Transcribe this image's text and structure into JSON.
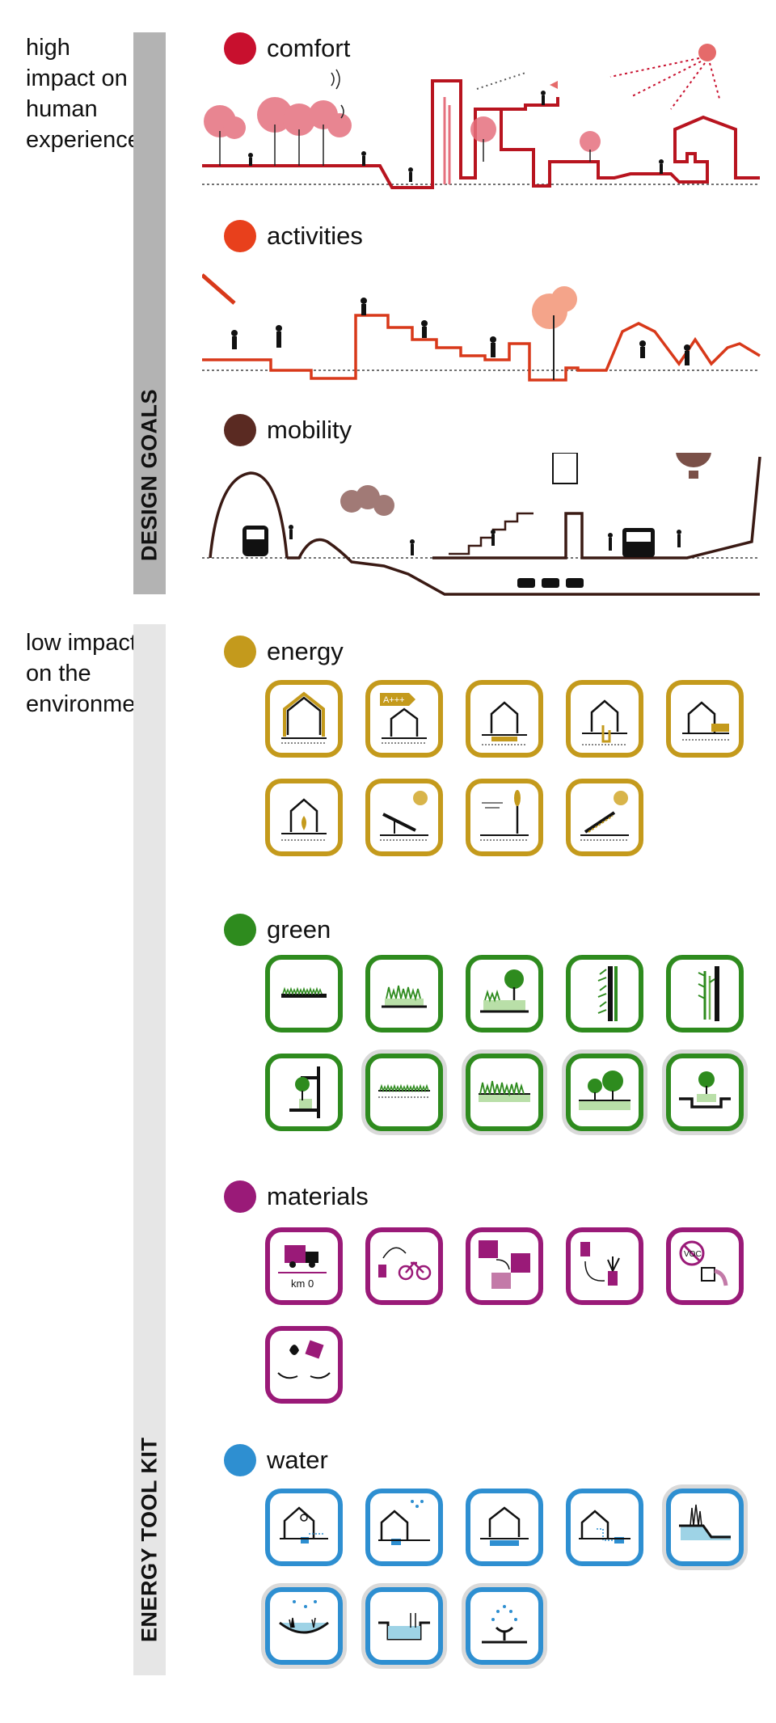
{
  "side_texts": {
    "high_impact": "high\nimpact on\nhuman\nexperience",
    "low_impact": "low impact\non the\nenvironment"
  },
  "bars": {
    "design_goals": "DESIGN GOALS",
    "energy_tool_kit": "ENERGY TOOL KIT"
  },
  "sections": {
    "comfort": {
      "label": "comfort",
      "color": "#c8102e"
    },
    "activities": {
      "label": "activities",
      "color": "#e8401c"
    },
    "mobility": {
      "label": "mobility",
      "color": "#5a2a22"
    },
    "energy": {
      "label": "energy",
      "color": "#c49a1c"
    },
    "green": {
      "label": "green",
      "color": "#2e8b1e"
    },
    "materials": {
      "label": "materials",
      "color": "#9a1a78"
    },
    "water": {
      "label": "water",
      "color": "#2e8fd1"
    }
  },
  "icons": {
    "energy": [
      "house-insulation",
      "house-energy-class",
      "house-floor-heating",
      "house-geothermal",
      "house-battery",
      "house-fireplace",
      "solar-panel",
      "wind-turbine",
      "solar-thermal"
    ],
    "green": [
      "extensive-green-roof",
      "meadow-roof",
      "tree-roof",
      "green-wall",
      "bamboo-wall",
      "planter-balcony",
      "ground-grass",
      "ground-meadow",
      "ground-trees",
      "rain-garden"
    ],
    "materials": [
      "local-materials",
      "recycle-bike",
      "recycled-panels",
      "reuse-can-plant",
      "no-voc-paint",
      "bio-materials"
    ],
    "water": [
      "rainwater-harvest",
      "rain-collection",
      "water-tank",
      "grey-water",
      "wetland",
      "bioswale",
      "pool",
      "fountain"
    ]
  },
  "icon_labels": {
    "energy_class": "A+++",
    "local": "km 0",
    "voc": "VOC"
  }
}
